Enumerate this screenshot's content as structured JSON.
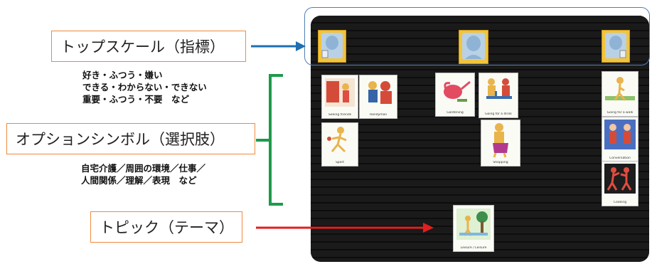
{
  "labels": {
    "top_scale": "トップスケール（指標）",
    "options": "オプションシンボル（選択肢）",
    "topic": "トピック（テーマ）"
  },
  "scale_examples": [
    "好き・ふつう・嫌い",
    "できる・わからない・できない",
    "重要・ふつう・不要　など"
  ],
  "option_examples": [
    "自宅介護／周囲の環境／仕事／",
    "人間関係／理解／表現　など"
  ],
  "cards": {
    "c1": "Seeing friends",
    "c2": "Handyman",
    "c3": "Sport",
    "c4": "Gardening",
    "c5": "Going for a drink",
    "c6": "Shopping",
    "c7": "Going for a walk",
    "c8": "Conversation",
    "c9": "Cooking",
    "topic": "Leisure / Leisure"
  },
  "colors": {
    "blue_arrow": "#1f6fb2",
    "green_bracket": "#1e9a4a",
    "red_arrow": "#e0201f",
    "label_border": "#f08a3c",
    "scale_card": "#f2c43b"
  }
}
